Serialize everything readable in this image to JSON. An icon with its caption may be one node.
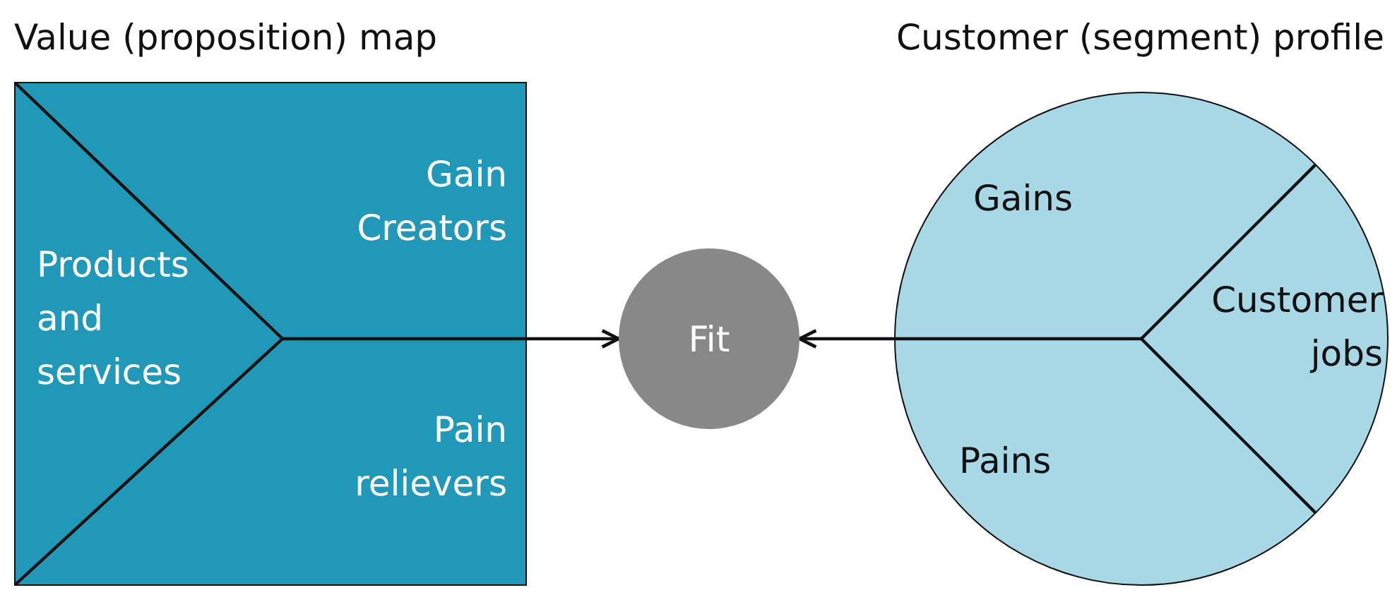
{
  "diagram": {
    "nodes": [
      {
        "text": [
          "Value (proposition) map"
        ]
      },
      {
        "text": [
          "Products and services"
        ],
        "in": 0
      },
      {
        "text": [
          "Gain Creators"
        ],
        "in": 0
      },
      {
        "text": [
          "Pain relievers"
        ],
        "in": 0
      },
      {
        "text": [
          "Fit"
        ]
      },
      {
        "text": [
          "Customer (segment) profile"
        ]
      },
      {
        "text": [
          "Gains"
        ],
        "in": 5
      },
      {
        "text": [
          "Customer jobs"
        ],
        "in": 5
      },
      {
        "text": [
          "Pains"
        ],
        "in": 5
      }
    ],
    "edges": [
      {
        "from": 0,
        "to": 4,
        "arrow": "to"
      },
      {
        "from": 5,
        "to": 4,
        "arrow": "to"
      }
    ]
  }
}
